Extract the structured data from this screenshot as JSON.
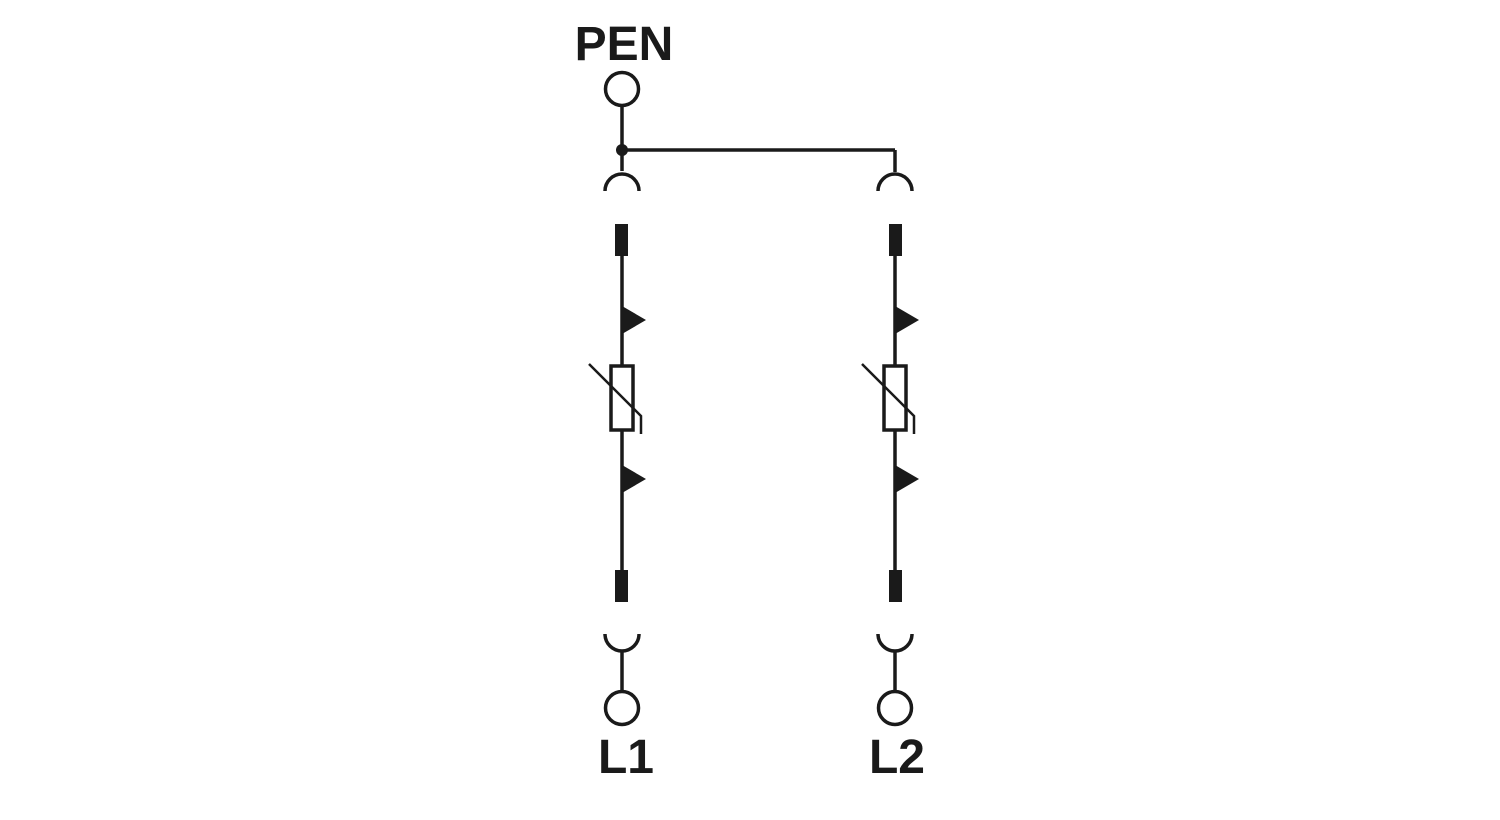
{
  "labels": {
    "top_terminal": "PEN",
    "left_terminal": "L1",
    "right_terminal": "L2"
  },
  "colors": {
    "line": "#1a1a1a",
    "background": "#ffffff"
  }
}
